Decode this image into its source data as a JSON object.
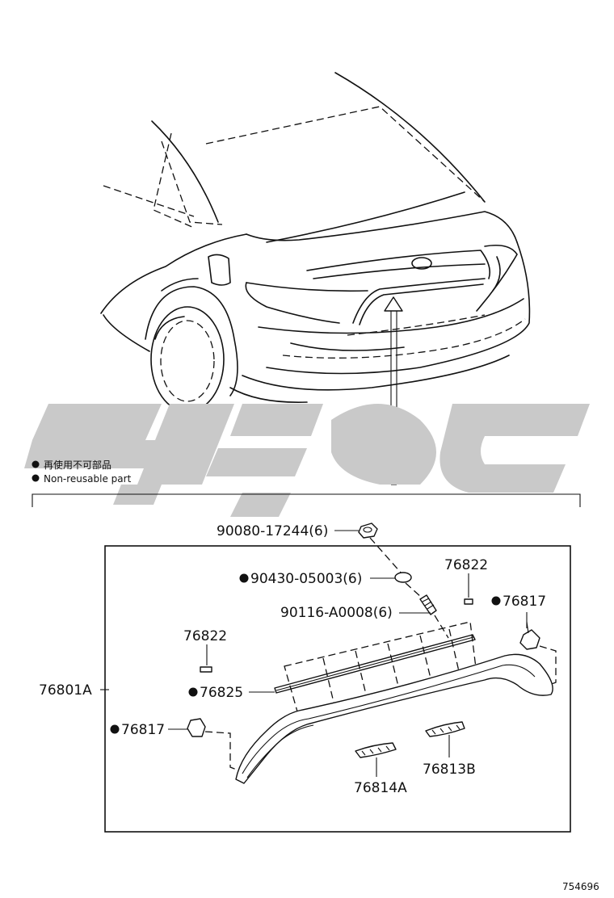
{
  "legend": {
    "jp": "再使用不可部品",
    "en": "Non-reusable part"
  },
  "parts": {
    "nut": "90080-17244(6)",
    "gasket": "90430-05003(6)",
    "bolt": "90116-A0008(6)",
    "clip_upper_right": "76822",
    "clip_upper_left": "76822",
    "cover_right": "76817",
    "cover_left": "76817",
    "seal": "76825",
    "assembly": "76801A",
    "lamp_left": "76814A",
    "lamp_right": "76813B"
  },
  "reference_number": "754696",
  "colors": {
    "ink": "#111111",
    "watermark": "#c9c9c9"
  },
  "icons": {
    "non_reusable_marker": "filled-circle"
  }
}
